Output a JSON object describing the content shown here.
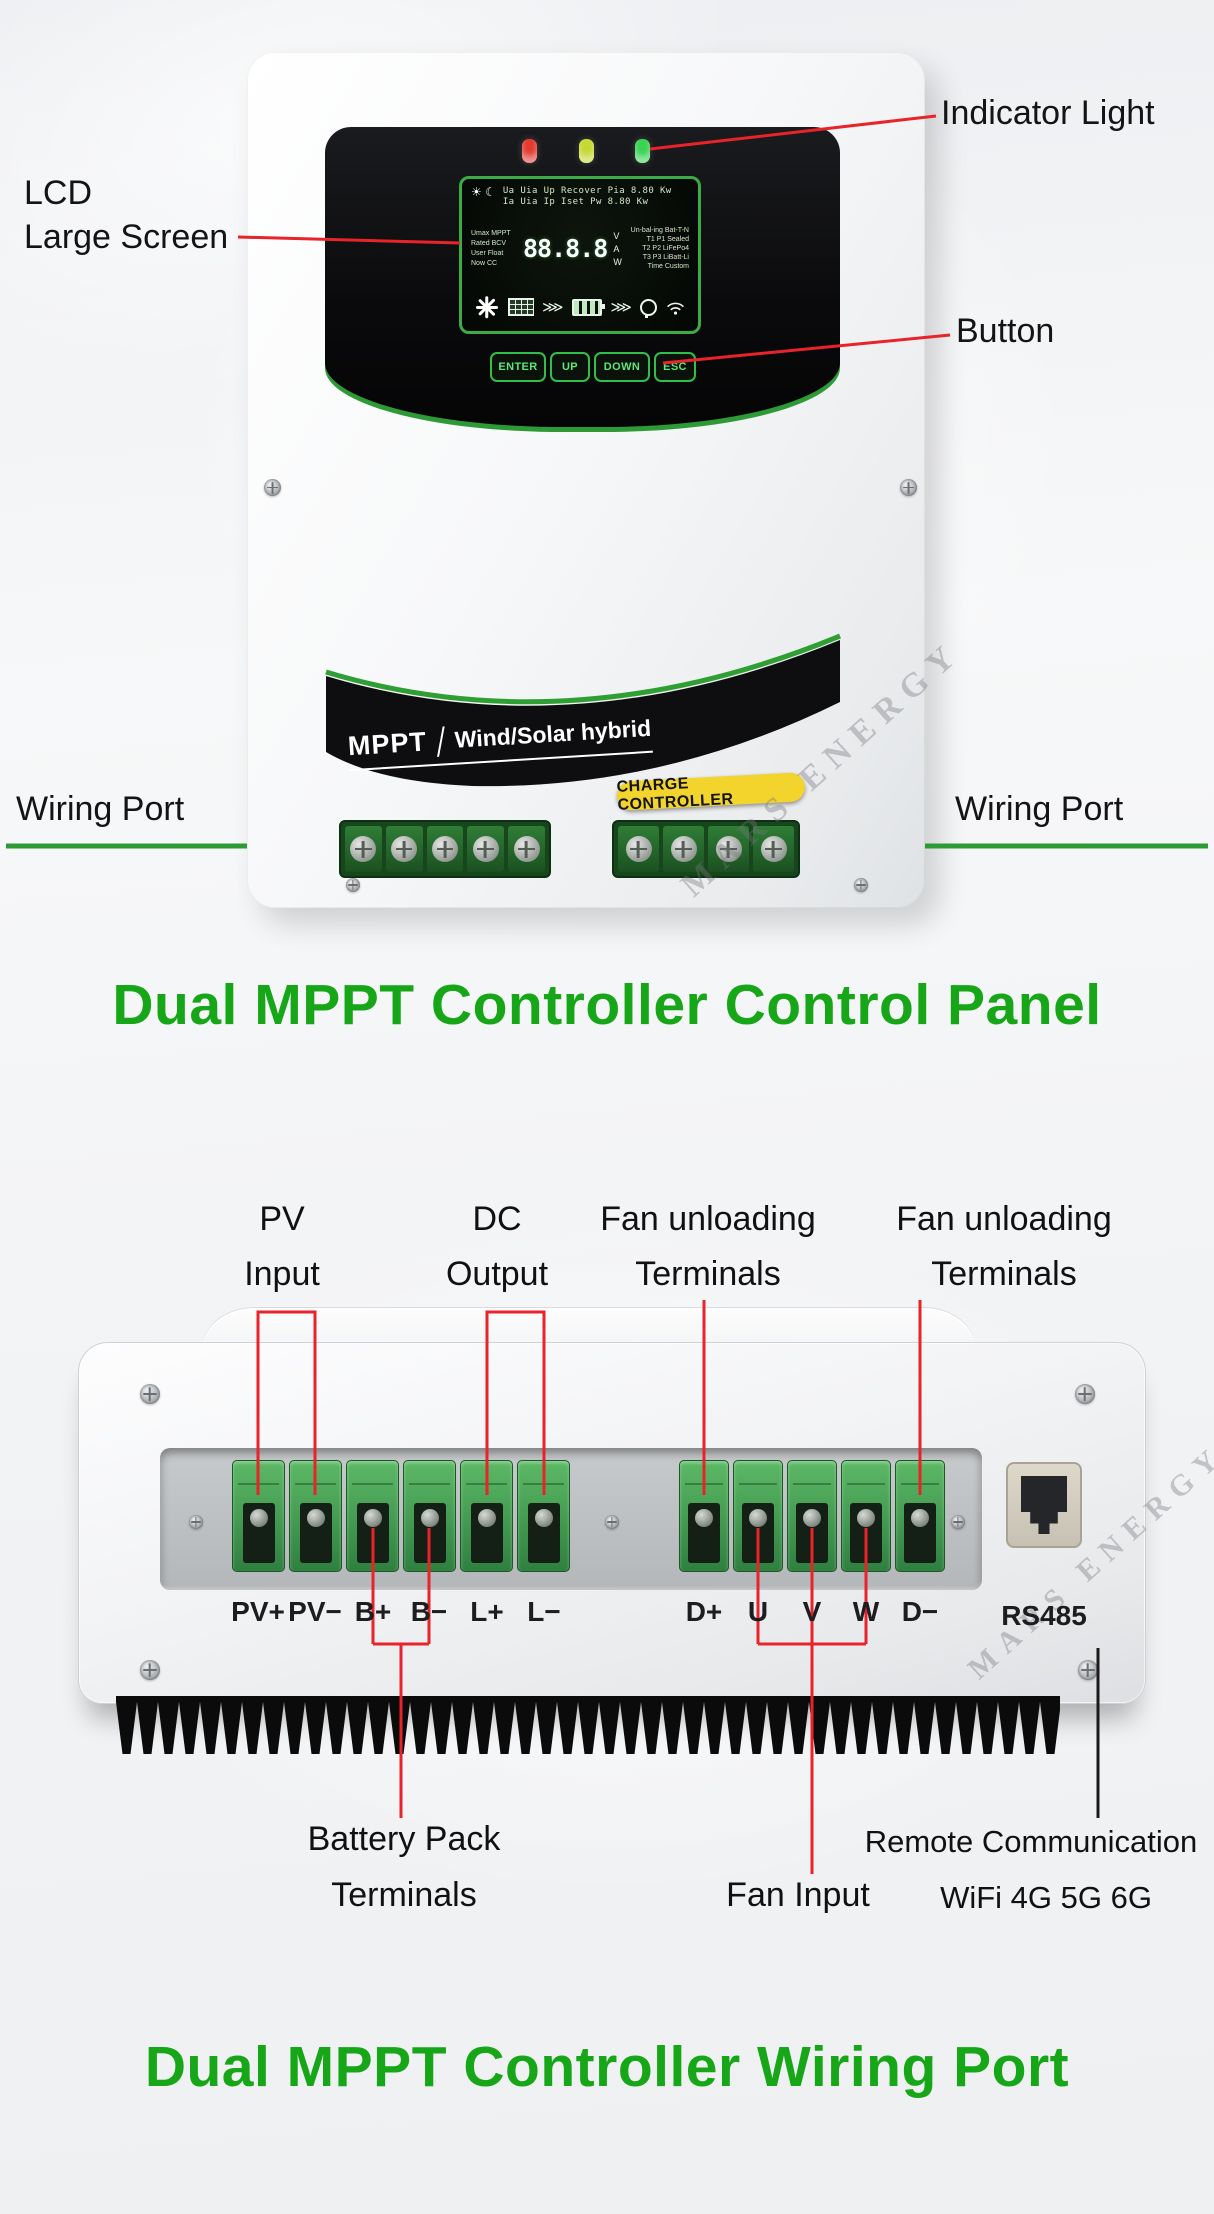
{
  "colors": {
    "title_green": "#17a617",
    "annotation_red": "#e8232a",
    "wiring_line_green": "#2e9a35",
    "lcd_border_green": "#3cab46",
    "badge_yellow": "#f2d42c",
    "terminal_green": "#3f9e4d",
    "led_colors": [
      "#e23b30",
      "#c6d832",
      "#38d352"
    ]
  },
  "front": {
    "labels": {
      "indicator_light": "Indicator Light",
      "lcd_line1": "LCD",
      "lcd_line2": "Large Screen",
      "button": "Button",
      "wiring_port_left": "Wiring Port",
      "wiring_port_right": "Wiring Port"
    },
    "lcd": {
      "status_icons": "☀ ☾",
      "status_line1": "Ua Uia Up  Recover Pia 8.80 Kw",
      "status_line2": "Ia  Uia Ip   Iset     Pw  8.80 Kw",
      "left_rows": [
        "Umax MPPT",
        "Rated BCV",
        "User Float",
        "Now CC"
      ],
      "main_value": "88.8.8",
      "units": [
        "V",
        "A",
        "W"
      ],
      "right_rows": [
        "Un-bal-ing Bat-T-N",
        "T1 P1 Sealed",
        "T2 P2 LiFePo4",
        "T3 P3 LiBatt-Li",
        "Time Custom"
      ],
      "flow_arrows": "⋙",
      "buttons": [
        "ENTER",
        "UP",
        "DOWN",
        "ESC"
      ]
    },
    "brand_mppt": "MPPT",
    "brand_name": "Wind/Solar hybrid",
    "brand_sub": "CHARGE CONTROLLER",
    "watermark": "MARS ENERGY"
  },
  "section1_title": "Dual MPPT Controller Control Panel",
  "wiring": {
    "top_labels": [
      {
        "l1": "PV",
        "l2": "Input"
      },
      {
        "l1": "DC",
        "l2": "Output"
      },
      {
        "l1": "Fan unloading",
        "l2": "Terminals"
      },
      {
        "l1": "Fan unloading",
        "l2": "Terminals"
      }
    ],
    "terminals_left": [
      "PV+",
      "PV−",
      "B+",
      "B−",
      "L+",
      "L−"
    ],
    "terminals_right": [
      "D+",
      "U",
      "V",
      "W",
      "D−"
    ],
    "rs485": "RS485",
    "battery_l1": "Battery Pack",
    "battery_l2": "Terminals",
    "fan_input": "Fan Input",
    "remote_l1": "Remote Communication",
    "remote_l2": "WiFi 4G 5G 6G",
    "watermark": "MARS ENERGY"
  },
  "section2_title": "Dual MPPT Controller Wiring Port"
}
